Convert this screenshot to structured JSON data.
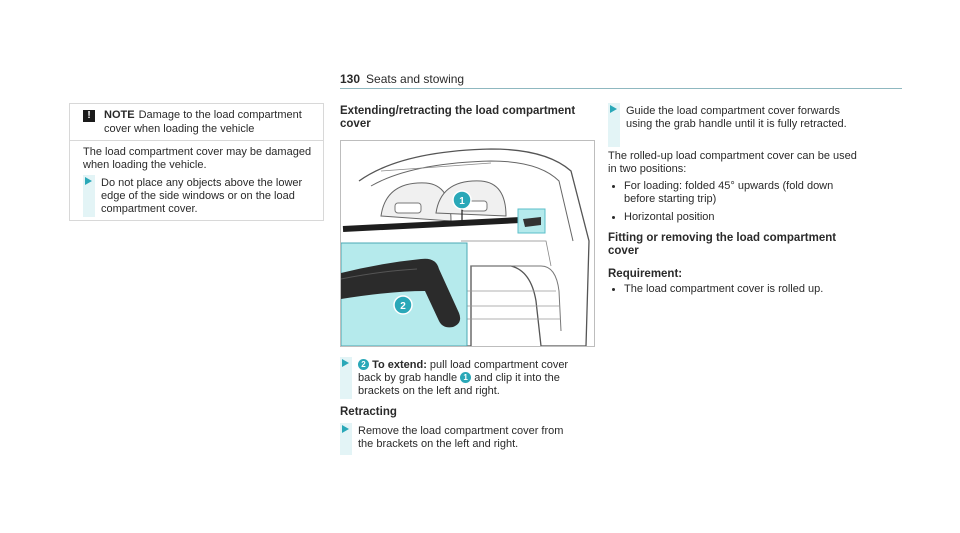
{
  "header": {
    "page_number": "130",
    "section": "Seats and stowing"
  },
  "note": {
    "icon": "!",
    "title": "NOTE",
    "title_text": "Damage to the load compartment cover when loading the vehicle",
    "body": "The load compartment cover may be damaged when loading the vehicle.",
    "step": "Do not place any objects above the lower edge of the side windows or on the load compartment cover."
  },
  "extending": {
    "title": "Extending/retracting the load compartment cover",
    "figure_callouts": [
      "1",
      "2"
    ],
    "step_label": "To extend:",
    "step_text_1": "pull load compartment cover back by grab handle",
    "step_text_2": "and clip it into the brackets on the left and right.",
    "step_num_2": "2",
    "step_num_1": "1"
  },
  "retracting": {
    "title": "Retracting",
    "step": "Remove the load compartment cover from the brackets on the left and right."
  },
  "col3": {
    "step": "Guide the load compartment cover forwards using the grab handle until it is fully retracted.",
    "text": "The rolled-up load compartment cover can be used in two positions:",
    "bullets": [
      "For loading: folded 45° upwards (fold down before starting trip)",
      "Horizontal position"
    ],
    "fitting_title": "Fitting or removing the load compartment cover",
    "requirement_label": "Requirement:",
    "requirement_bullet": "The load compartment cover is rolled up."
  },
  "colors": {
    "accent": "#2aa8b8",
    "inset": "#b5eaec"
  }
}
